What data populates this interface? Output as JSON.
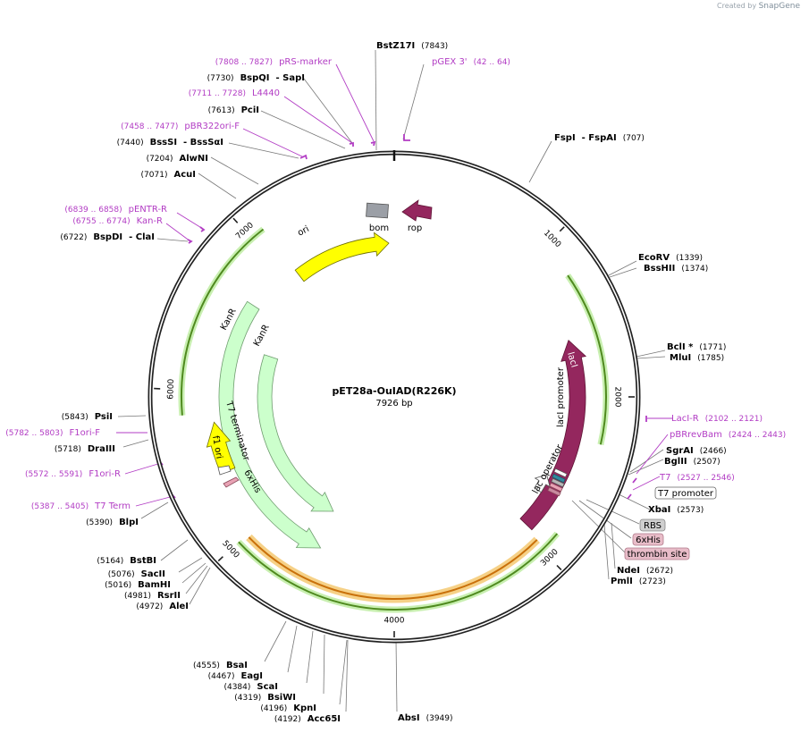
{
  "credit": {
    "prefix": "Created by",
    "brand": "SnapGene"
  },
  "plasmid": {
    "name": "pET28a-OuIAD(R226K)",
    "length": "7926 bp"
  },
  "ticks": [
    {
      "label": "1000",
      "rot": 45
    },
    {
      "label": "2000",
      "rot": 90
    },
    {
      "label": "3000",
      "rot": 136
    },
    {
      "label": "4000",
      "rot": 180
    },
    {
      "label": "5000",
      "rot": 227
    },
    {
      "label": "6000",
      "rot": 272
    },
    {
      "label": "7000",
      "rot": 318
    }
  ],
  "features": {
    "ori": "ori",
    "kanr1": "KanR",
    "kanr2": "KanR",
    "f1ori": "f1 ori",
    "laci": "lacI",
    "laci_promoter": "lacI promoter",
    "lac_operator": "lac operator",
    "bom": "bom",
    "rop": "rop",
    "t7_terminator": "T7 terminator",
    "his": "6xHis"
  },
  "sites_left": [
    {
      "parts": [
        {
          "t": "(7808 .. 7827)",
          "k": "p"
        },
        {
          "t": "pRS-marker",
          "k": "pn"
        }
      ]
    },
    {
      "parts": [
        {
          "t": "(7730)",
          "k": "c"
        },
        {
          "t": "BspQI",
          "k": "n"
        },
        {
          "t": "- SapI",
          "k": "n"
        }
      ]
    },
    {
      "parts": [
        {
          "t": "(7711 .. 7728)",
          "k": "p"
        },
        {
          "t": "L4440",
          "k": "pn"
        }
      ]
    },
    {
      "parts": [
        {
          "t": "(7613)",
          "k": "c"
        },
        {
          "t": "PciI",
          "k": "n"
        }
      ]
    },
    {
      "parts": [
        {
          "t": "(7458 .. 7477)",
          "k": "p"
        },
        {
          "t": "pBR322ori-F",
          "k": "pn"
        }
      ]
    },
    {
      "parts": [
        {
          "t": "(7440)",
          "k": "c"
        },
        {
          "t": "BssSI",
          "k": "n"
        },
        {
          "t": "- BssSαI",
          "k": "n"
        }
      ]
    },
    {
      "parts": [
        {
          "t": "(7204)",
          "k": "c"
        },
        {
          "t": "AlwNI",
          "k": "n"
        }
      ]
    },
    {
      "parts": [
        {
          "t": "(7071)",
          "k": "c"
        },
        {
          "t": "AcuI",
          "k": "n"
        }
      ]
    },
    {
      "parts": [
        {
          "t": "(6839 .. 6858)",
          "k": "p"
        },
        {
          "t": "pENTR-R",
          "k": "pn"
        }
      ]
    },
    {
      "parts": [
        {
          "t": "(6755 .. 6774)",
          "k": "p"
        },
        {
          "t": "Kan-R",
          "k": "pn"
        }
      ]
    },
    {
      "parts": [
        {
          "t": "(6722)",
          "k": "c"
        },
        {
          "t": "BspDI",
          "k": "n"
        },
        {
          "t": "- ClaI",
          "k": "n"
        }
      ]
    },
    {
      "parts": [
        {
          "t": "(5843)",
          "k": "c"
        },
        {
          "t": "PsiI",
          "k": "n"
        }
      ]
    },
    {
      "parts": [
        {
          "t": "(5782 .. 5803)",
          "k": "p"
        },
        {
          "t": "F1ori-F",
          "k": "pn"
        }
      ]
    },
    {
      "parts": [
        {
          "t": "(5718)",
          "k": "c"
        },
        {
          "t": "DraIII",
          "k": "n"
        }
      ]
    },
    {
      "parts": [
        {
          "t": "(5572 .. 5591)",
          "k": "p"
        },
        {
          "t": "F1ori-R",
          "k": "pn"
        }
      ]
    },
    {
      "parts": [
        {
          "t": "(5387 .. 5405)",
          "k": "p"
        },
        {
          "t": "T7 Term",
          "k": "pn"
        }
      ]
    },
    {
      "parts": [
        {
          "t": "(5390)",
          "k": "c"
        },
        {
          "t": "BlpI",
          "k": "n"
        }
      ]
    },
    {
      "parts": [
        {
          "t": "(5164)",
          "k": "c"
        },
        {
          "t": "BstBI",
          "k": "n"
        }
      ]
    },
    {
      "parts": [
        {
          "t": "(5076)",
          "k": "c"
        },
        {
          "t": "SacII",
          "k": "n"
        }
      ]
    },
    {
      "parts": [
        {
          "t": "(5016)",
          "k": "c"
        },
        {
          "t": "BamHI",
          "k": "n"
        }
      ]
    },
    {
      "parts": [
        {
          "t": "(4981)",
          "k": "c"
        },
        {
          "t": "RsrII",
          "k": "n"
        }
      ]
    },
    {
      "parts": [
        {
          "t": "(4972)",
          "k": "c"
        },
        {
          "t": "AleI",
          "k": "n"
        }
      ]
    },
    {
      "parts": [
        {
          "t": "(4555)",
          "k": "c"
        },
        {
          "t": "BsaI",
          "k": "n"
        }
      ]
    },
    {
      "parts": [
        {
          "t": "(4467)",
          "k": "c"
        },
        {
          "t": "EagI",
          "k": "n"
        }
      ]
    },
    {
      "parts": [
        {
          "t": "(4384)",
          "k": "c"
        },
        {
          "t": "ScaI",
          "k": "n"
        }
      ]
    },
    {
      "parts": [
        {
          "t": "(4319)",
          "k": "c"
        },
        {
          "t": "BsiWI",
          "k": "n"
        }
      ]
    },
    {
      "parts": [
        {
          "t": "(4196)",
          "k": "c"
        },
        {
          "t": "KpnI",
          "k": "n"
        }
      ]
    },
    {
      "parts": [
        {
          "t": "(4192)",
          "k": "c"
        },
        {
          "t": "Acc65I",
          "k": "n"
        }
      ]
    }
  ],
  "sites_right": [
    {
      "parts": [
        {
          "t": "BstZ17I",
          "k": "n"
        },
        {
          "t": "(7843)",
          "k": "c"
        }
      ]
    },
    {
      "parts": [
        {
          "t": "pGEX 3'",
          "k": "pn"
        },
        {
          "t": "(42 .. 64)",
          "k": "p"
        }
      ]
    },
    {
      "parts": [
        {
          "t": "FspI",
          "k": "n"
        },
        {
          "t": "- FspAI",
          "k": "n"
        },
        {
          "t": "(707)",
          "k": "c"
        }
      ]
    },
    {
      "parts": [
        {
          "t": "EcoRV",
          "k": "n"
        },
        {
          "t": "(1339)",
          "k": "c"
        }
      ]
    },
    {
      "parts": [
        {
          "t": "BssHII",
          "k": "n"
        },
        {
          "t": "(1374)",
          "k": "c"
        }
      ]
    },
    {
      "parts": [
        {
          "t": "BclI *",
          "k": "n"
        },
        {
          "t": "(1771)",
          "k": "c"
        }
      ]
    },
    {
      "parts": [
        {
          "t": "MluI",
          "k": "n"
        },
        {
          "t": "(1785)",
          "k": "c"
        }
      ]
    },
    {
      "parts": [
        {
          "t": "LacI-R",
          "k": "pn"
        },
        {
          "t": "(2102 .. 2121)",
          "k": "p"
        }
      ]
    },
    {
      "parts": [
        {
          "t": "pBRrevBam",
          "k": "pn"
        },
        {
          "t": "(2424 .. 2443)",
          "k": "p"
        }
      ]
    },
    {
      "parts": [
        {
          "t": "SgrAI",
          "k": "n"
        },
        {
          "t": "(2466)",
          "k": "c"
        }
      ]
    },
    {
      "parts": [
        {
          "t": "BglII",
          "k": "n"
        },
        {
          "t": "(2507)",
          "k": "c"
        }
      ]
    },
    {
      "parts": [
        {
          "t": "T7",
          "k": "pn"
        },
        {
          "t": "(2527 .. 2546)",
          "k": "p"
        }
      ]
    },
    {
      "parts": [
        {
          "t": "XbaI",
          "k": "n"
        },
        {
          "t": "(2573)",
          "k": "c"
        }
      ]
    },
    {
      "parts": [
        {
          "t": "NdeI",
          "k": "n"
        },
        {
          "t": "(2672)",
          "k": "c"
        }
      ]
    },
    {
      "parts": [
        {
          "t": "PmlI",
          "k": "n"
        },
        {
          "t": "(2723)",
          "k": "c"
        }
      ]
    },
    {
      "parts": [
        {
          "t": "AbsI",
          "k": "n"
        },
        {
          "t": "(3949)",
          "k": "c"
        }
      ]
    }
  ],
  "boxes": [
    {
      "label": "T7 promoter",
      "fill": "#ffffff",
      "stroke": "#666666"
    },
    {
      "label": "RBS",
      "fill": "#cfcfcf",
      "stroke": "#888888"
    },
    {
      "label": "6xHis",
      "fill": "#e8bcc8",
      "stroke": "#b07a8a"
    },
    {
      "label": "thrombin site",
      "fill": "#e8bcc8",
      "stroke": "#b07a8a"
    }
  ],
  "colors": {
    "primer": "#b23cc4",
    "enzyme": "#000000",
    "ori": "#ffff00",
    "kanr": "#ccffcc",
    "laci": "#94275e",
    "orf": "#6db23a",
    "insert": "#f0b23c"
  }
}
